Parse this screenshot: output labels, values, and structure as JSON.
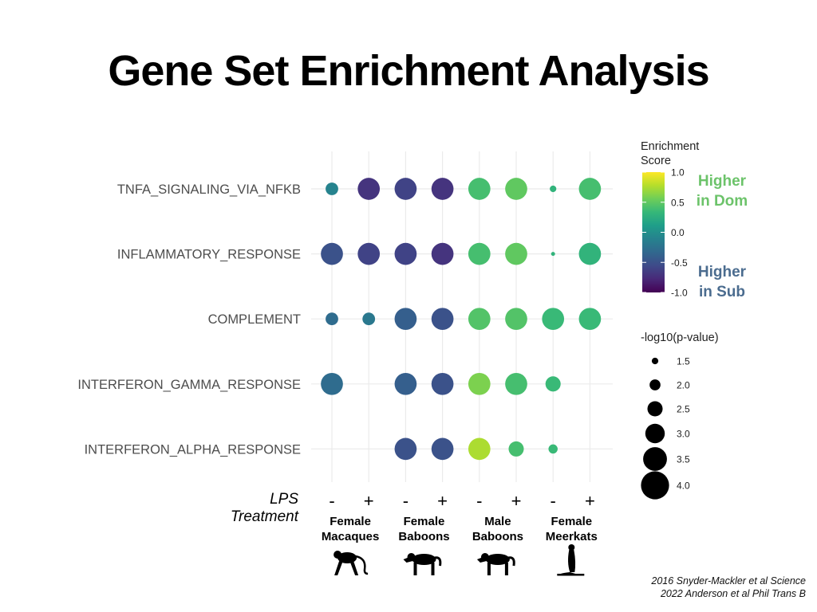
{
  "title": "Gene Set Enrichment Analysis",
  "citations": [
    "2016 Snyder-Mackler et al Science",
    "2022 Anderson et al Phil Trans B"
  ],
  "annotations": {
    "higher_dom": [
      "Higher",
      "in Dom"
    ],
    "higher_sub": [
      "Higher",
      "in Sub"
    ],
    "higher_dom_color": "#6cc36a",
    "higher_sub_color": "#4b6c8f",
    "lps_label": [
      "LPS",
      "Treatment"
    ]
  },
  "groups": [
    {
      "label": [
        "Female",
        "Macaques"
      ],
      "icon": "monkey-icon"
    },
    {
      "label": [
        "Female",
        "Baboons"
      ],
      "icon": "baboon-icon"
    },
    {
      "label": [
        "Male",
        "Baboons"
      ],
      "icon": "baboon-icon"
    },
    {
      "label": [
        "Female",
        "Meerkats"
      ],
      "icon": "meerkat-icon"
    }
  ],
  "chart_data": {
    "type": "scatter",
    "gene_sets": [
      "TNFA_SIGNALING_VIA_NFKB",
      "INFLAMMATORY_RESPONSE",
      "COMPLEMENT",
      "INTERFERON_GAMMA_RESPONSE",
      "INTERFERON_ALPHA_RESPONSE"
    ],
    "treatments": [
      "-",
      "+",
      "-",
      "+",
      "-",
      "+",
      "-",
      "+"
    ],
    "color_legend": {
      "title": [
        "Enrichment",
        "Score"
      ],
      "ticks": [
        1.0,
        0.5,
        0.0,
        -0.5,
        -1.0
      ],
      "tick_labels": [
        "1.0",
        "0.5",
        "0.0",
        "-0.5",
        "-1.0"
      ],
      "range": [
        -1.0,
        1.0
      ],
      "palette": "viridis"
    },
    "size_legend": {
      "title": "-log10(p-value)",
      "ticks": [
        1.5,
        2.0,
        2.5,
        3.0,
        3.5,
        4.0
      ],
      "tick_labels": [
        "1.5",
        "2.0",
        "2.5",
        "3.0",
        "3.5",
        "4.0"
      ]
    },
    "points": [
      {
        "gene_set": "TNFA_SIGNALING_VIA_NFKB",
        "column": 0,
        "score": -0.1,
        "nlogp": 2.2
      },
      {
        "gene_set": "TNFA_SIGNALING_VIA_NFKB",
        "column": 1,
        "score": -0.7,
        "nlogp": 3.3
      },
      {
        "gene_set": "TNFA_SIGNALING_VIA_NFKB",
        "column": 2,
        "score": -0.6,
        "nlogp": 3.3
      },
      {
        "gene_set": "TNFA_SIGNALING_VIA_NFKB",
        "column": 3,
        "score": -0.7,
        "nlogp": 3.3
      },
      {
        "gene_set": "TNFA_SIGNALING_VIA_NFKB",
        "column": 4,
        "score": 0.4,
        "nlogp": 3.3
      },
      {
        "gene_set": "TNFA_SIGNALING_VIA_NFKB",
        "column": 5,
        "score": 0.5,
        "nlogp": 3.3
      },
      {
        "gene_set": "TNFA_SIGNALING_VIA_NFKB",
        "column": 6,
        "score": 0.3,
        "nlogp": 1.5
      },
      {
        "gene_set": "TNFA_SIGNALING_VIA_NFKB",
        "column": 7,
        "score": 0.4,
        "nlogp": 3.3
      },
      {
        "gene_set": "INFLAMMATORY_RESPONSE",
        "column": 0,
        "score": -0.5,
        "nlogp": 3.3
      },
      {
        "gene_set": "INFLAMMATORY_RESPONSE",
        "column": 1,
        "score": -0.6,
        "nlogp": 3.3
      },
      {
        "gene_set": "INFLAMMATORY_RESPONSE",
        "column": 2,
        "score": -0.6,
        "nlogp": 3.3
      },
      {
        "gene_set": "INFLAMMATORY_RESPONSE",
        "column": 3,
        "score": -0.7,
        "nlogp": 3.3
      },
      {
        "gene_set": "INFLAMMATORY_RESPONSE",
        "column": 4,
        "score": 0.4,
        "nlogp": 3.3
      },
      {
        "gene_set": "INFLAMMATORY_RESPONSE",
        "column": 5,
        "score": 0.5,
        "nlogp": 3.3
      },
      {
        "gene_set": "INFLAMMATORY_RESPONSE",
        "column": 6,
        "score": 0.3,
        "nlogp": 1.2
      },
      {
        "gene_set": "INFLAMMATORY_RESPONSE",
        "column": 7,
        "score": 0.3,
        "nlogp": 3.3
      },
      {
        "gene_set": "COMPLEMENT",
        "column": 0,
        "score": -0.3,
        "nlogp": 2.2
      },
      {
        "gene_set": "COMPLEMENT",
        "column": 1,
        "score": -0.2,
        "nlogp": 2.2
      },
      {
        "gene_set": "COMPLEMENT",
        "column": 2,
        "score": -0.4,
        "nlogp": 3.3
      },
      {
        "gene_set": "COMPLEMENT",
        "column": 3,
        "score": -0.5,
        "nlogp": 3.3
      },
      {
        "gene_set": "COMPLEMENT",
        "column": 4,
        "score": 0.45,
        "nlogp": 3.3
      },
      {
        "gene_set": "COMPLEMENT",
        "column": 5,
        "score": 0.45,
        "nlogp": 3.3
      },
      {
        "gene_set": "COMPLEMENT",
        "column": 6,
        "score": 0.35,
        "nlogp": 3.3
      },
      {
        "gene_set": "COMPLEMENT",
        "column": 7,
        "score": 0.35,
        "nlogp": 3.3
      },
      {
        "gene_set": "INTERFERON_GAMMA_RESPONSE",
        "column": 0,
        "score": -0.3,
        "nlogp": 3.3
      },
      {
        "gene_set": "INTERFERON_GAMMA_RESPONSE",
        "column": 2,
        "score": -0.4,
        "nlogp": 3.3
      },
      {
        "gene_set": "INTERFERON_GAMMA_RESPONSE",
        "column": 3,
        "score": -0.5,
        "nlogp": 3.3
      },
      {
        "gene_set": "INTERFERON_GAMMA_RESPONSE",
        "column": 4,
        "score": 0.6,
        "nlogp": 3.3
      },
      {
        "gene_set": "INTERFERON_GAMMA_RESPONSE",
        "column": 5,
        "score": 0.4,
        "nlogp": 3.3
      },
      {
        "gene_set": "INTERFERON_GAMMA_RESPONSE",
        "column": 6,
        "score": 0.35,
        "nlogp": 2.5
      },
      {
        "gene_set": "INTERFERON_ALPHA_RESPONSE",
        "column": 2,
        "score": -0.5,
        "nlogp": 3.3
      },
      {
        "gene_set": "INTERFERON_ALPHA_RESPONSE",
        "column": 3,
        "score": -0.5,
        "nlogp": 3.3
      },
      {
        "gene_set": "INTERFERON_ALPHA_RESPONSE",
        "column": 4,
        "score": 0.75,
        "nlogp": 3.3
      },
      {
        "gene_set": "INTERFERON_ALPHA_RESPONSE",
        "column": 5,
        "score": 0.4,
        "nlogp": 2.5
      },
      {
        "gene_set": "INTERFERON_ALPHA_RESPONSE",
        "column": 6,
        "score": 0.35,
        "nlogp": 1.8
      }
    ]
  }
}
